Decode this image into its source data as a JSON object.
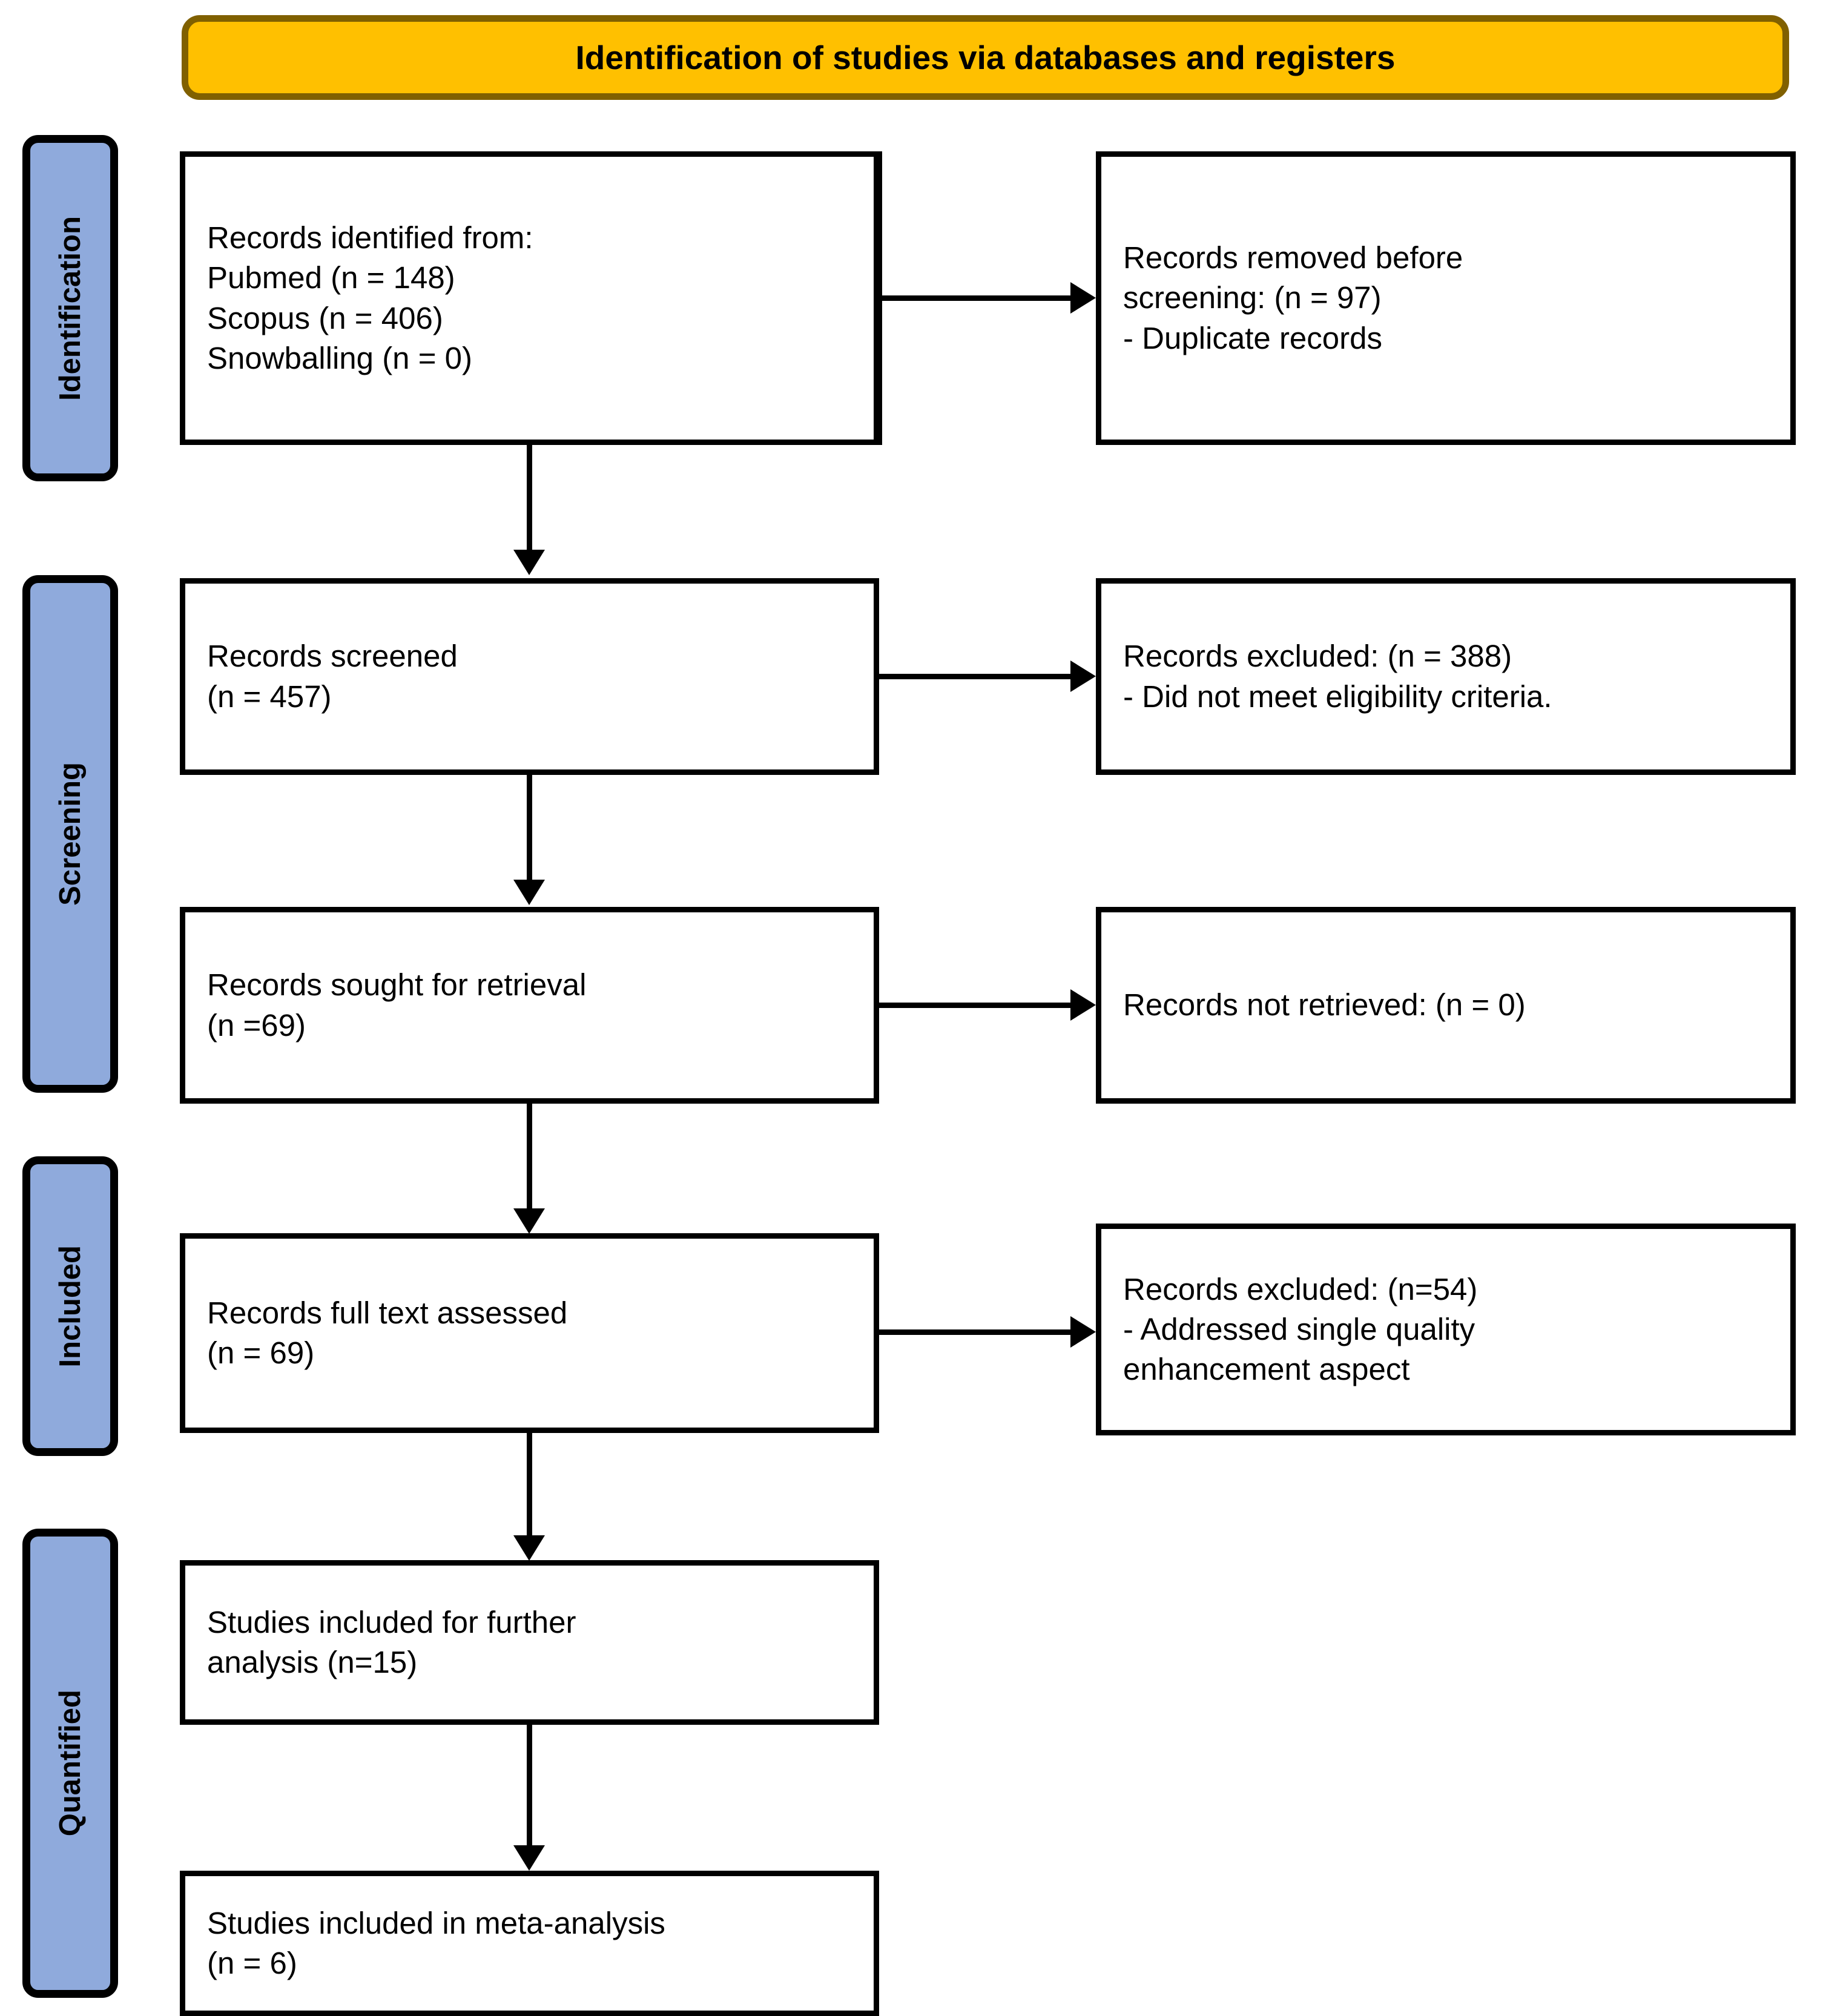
{
  "header": {
    "title": "Identification of studies via databases and registers",
    "fill_color": "#FFC000",
    "border_color": "#806000"
  },
  "stages": [
    {
      "label": "Identification"
    },
    {
      "label": "Screening"
    },
    {
      "label": "Included"
    },
    {
      "label": "Quantified"
    }
  ],
  "stage_fill_color": "#8FAADC",
  "boxes": {
    "identified": "Records identified from:\nPubmed (n = 148)\nScopus (n = 406)\nSnowballing (n = 0)",
    "removed": "Records removed before\nscreening: (n = 97)\n- Duplicate records",
    "screened": "Records screened\n(n = 457)",
    "excluded_screening": "Records excluded: (n = 388)\n- Did not meet eligibility criteria.",
    "sought": "Records sought for retrieval\n(n =69)",
    "not_retrieved": "Records not retrieved: (n = 0)",
    "full_text": "Records full text assessed\n(n = 69)",
    "excluded_full_text": "Records excluded: (n=54)\n- Addressed single quality\nenhancement aspect",
    "included_further": "Studies included for further\nanalysis (n=15)",
    "included_meta": "Studies included in meta-analysis\n(n = 6)"
  }
}
